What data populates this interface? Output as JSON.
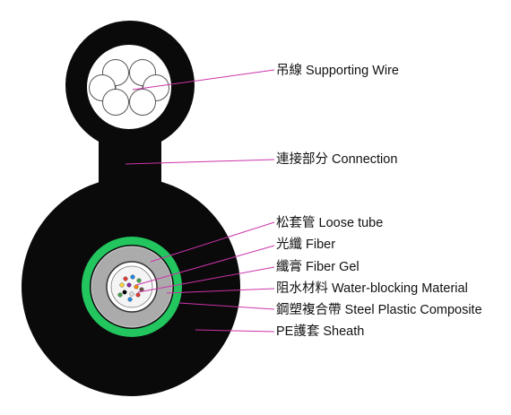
{
  "colors": {
    "sheath": "#0a0a0a",
    "wire": "#ffffff",
    "steel_plastic": "#22c55e",
    "water_blocking": "#a8a8a8",
    "loose_tube": "#ffffff",
    "leader_line": "#cc33aa",
    "fiber_colors": [
      "#e53935",
      "#1e88e5",
      "#43a047",
      "#fdd835",
      "#8e24aa",
      "#fb8c00",
      "#6d4c41",
      "#000000",
      "#e0e0e0"
    ]
  },
  "labels": {
    "supporting_wire": "吊線  Supporting Wire",
    "connection": "連接部分  Connection",
    "loose_tube": "松套管  Loose tube",
    "fiber": "光纖  Fiber",
    "fiber_gel": "纖膏  Fiber Gel",
    "water_blocking": "阻水材料  Water-blocking Material",
    "steel_plastic": "鋼塑複合帶  Steel Plastic Composite",
    "sheath": "PE護套  Sheath"
  }
}
